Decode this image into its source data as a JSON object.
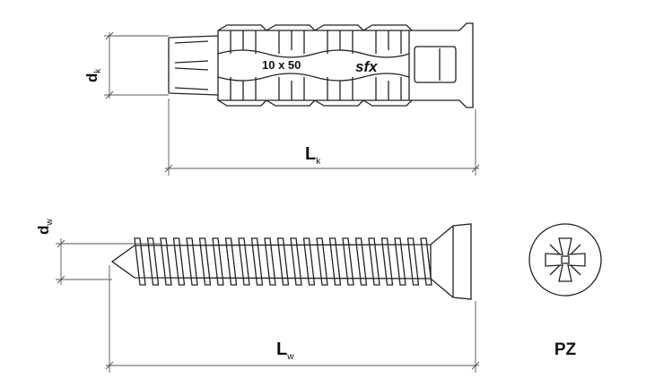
{
  "dowel": {
    "marking_size": "10 x 50",
    "marking_brand": "sfx"
  },
  "labels": {
    "dk_main": "d",
    "dk_sub": "k",
    "lk_main": "L",
    "lk_sub": "k",
    "dw_main": "d",
    "dw_sub": "w",
    "lw_main": "L",
    "lw_sub": "w",
    "drive": "PZ"
  },
  "colors": {
    "line": "#222222",
    "dimension": "#555555",
    "background": "#ffffff"
  }
}
